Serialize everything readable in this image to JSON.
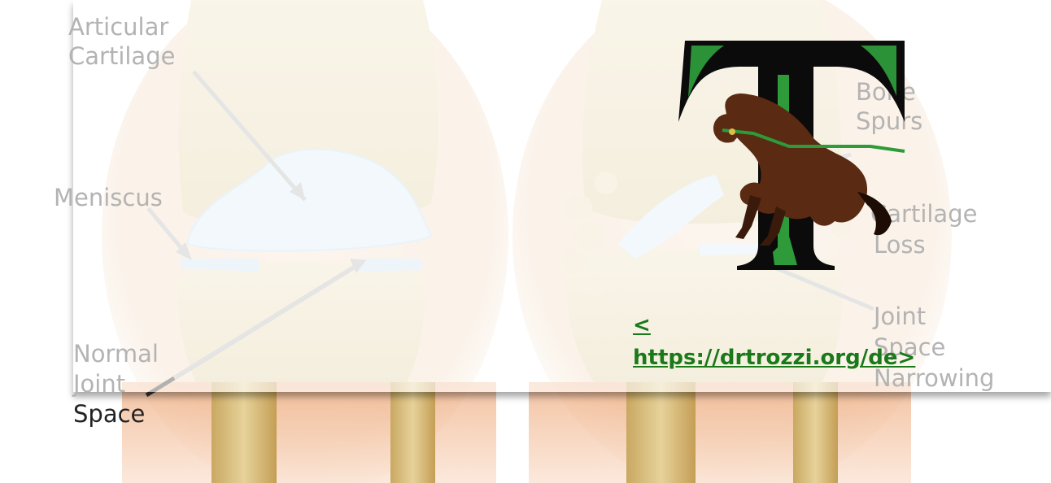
{
  "labels": {
    "articular_line1": "Articular",
    "articular_line2": "Cartilage",
    "meniscus": "Meniscus",
    "normal_line1": "Normal",
    "normal_line2": "Joint",
    "normal_line3": "Space",
    "bone_line1": "Bone",
    "bone_line2": "Spurs",
    "cartilage_line1": "Cartilage",
    "cartilage_line2": "Loss",
    "joint_line1": "Joint",
    "joint_line2": "Space",
    "joint_line3": "Narrowing"
  },
  "link": {
    "line1": "<",
    "line2": "https://drtrozzi.org/de>"
  },
  "logo": {
    "letter": "T",
    "icon": "horse-icon"
  },
  "colors": {
    "link_green": "#1a7a1a",
    "logo_black": "#0b0b0b",
    "logo_green": "#2e9a3a",
    "horse_brown": "#5a2a12",
    "cartilage_blue": "#dcecf6"
  }
}
